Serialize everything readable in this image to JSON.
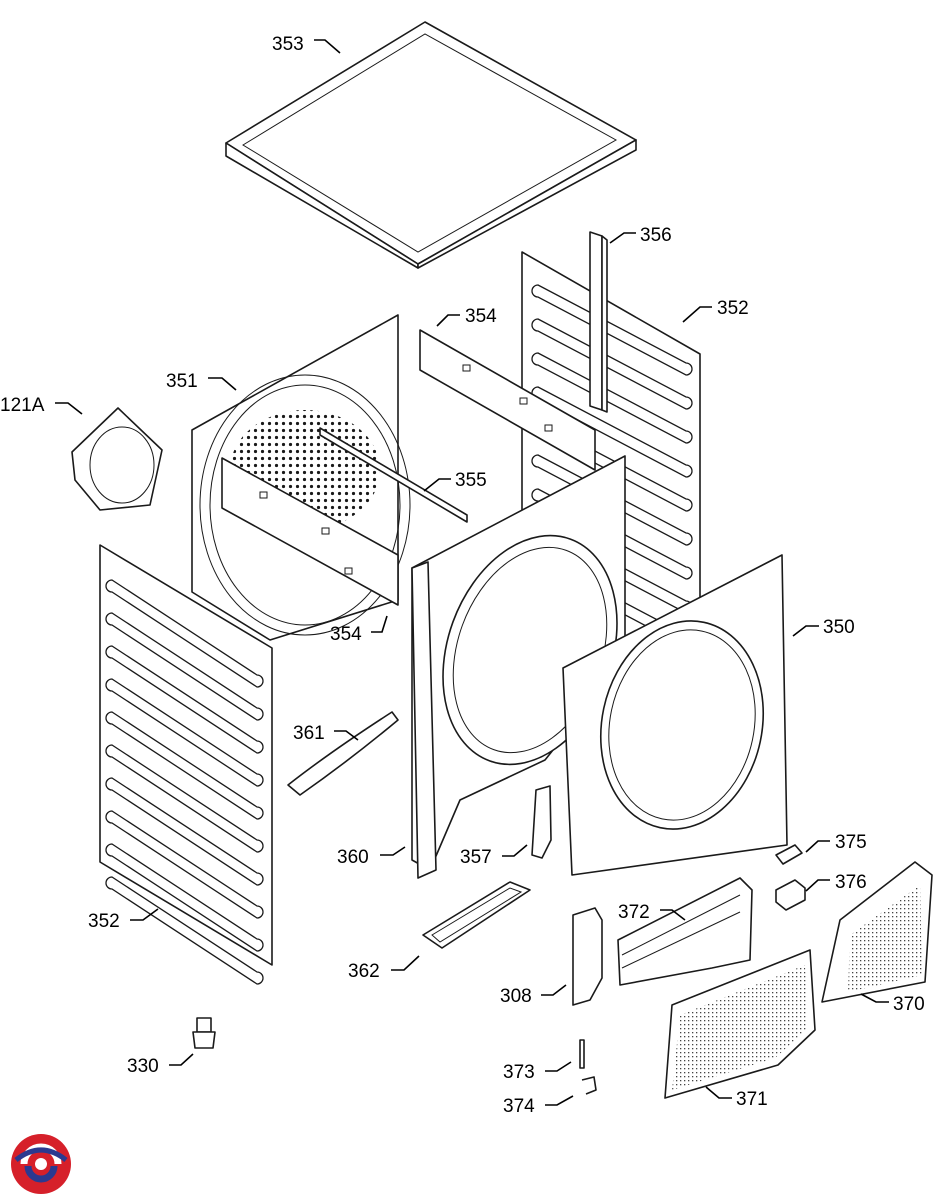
{
  "parts": [
    {
      "id": "353"
    },
    {
      "id": "356"
    },
    {
      "id": "352"
    },
    {
      "id": "354"
    },
    {
      "id": "351"
    },
    {
      "id": "121A"
    },
    {
      "id": "355"
    },
    {
      "id": "354_b",
      "label": "354"
    },
    {
      "id": "350"
    },
    {
      "id": "361"
    },
    {
      "id": "360"
    },
    {
      "id": "357"
    },
    {
      "id": "375"
    },
    {
      "id": "376"
    },
    {
      "id": "352_b",
      "label": "352"
    },
    {
      "id": "372"
    },
    {
      "id": "362"
    },
    {
      "id": "308"
    },
    {
      "id": "370"
    },
    {
      "id": "330"
    },
    {
      "id": "373"
    },
    {
      "id": "374"
    },
    {
      "id": "371"
    }
  ],
  "labels": {
    "l353": "353",
    "l356": "356",
    "l352a": "352",
    "l354a": "354",
    "l351": "351",
    "l121a": "121A",
    "l355": "355",
    "l354b": "354",
    "l350": "350",
    "l361": "361",
    "l360": "360",
    "l357": "357",
    "l375": "375",
    "l376": "376",
    "l352b": "352",
    "l372": "372",
    "l362": "362",
    "l308": "308",
    "l370": "370",
    "l330": "330",
    "l373": "373",
    "l374": "374",
    "l371": "371"
  },
  "logo": {
    "icon": "brand-logo-icon",
    "colors": [
      "#d6202a",
      "#2b3990"
    ]
  }
}
